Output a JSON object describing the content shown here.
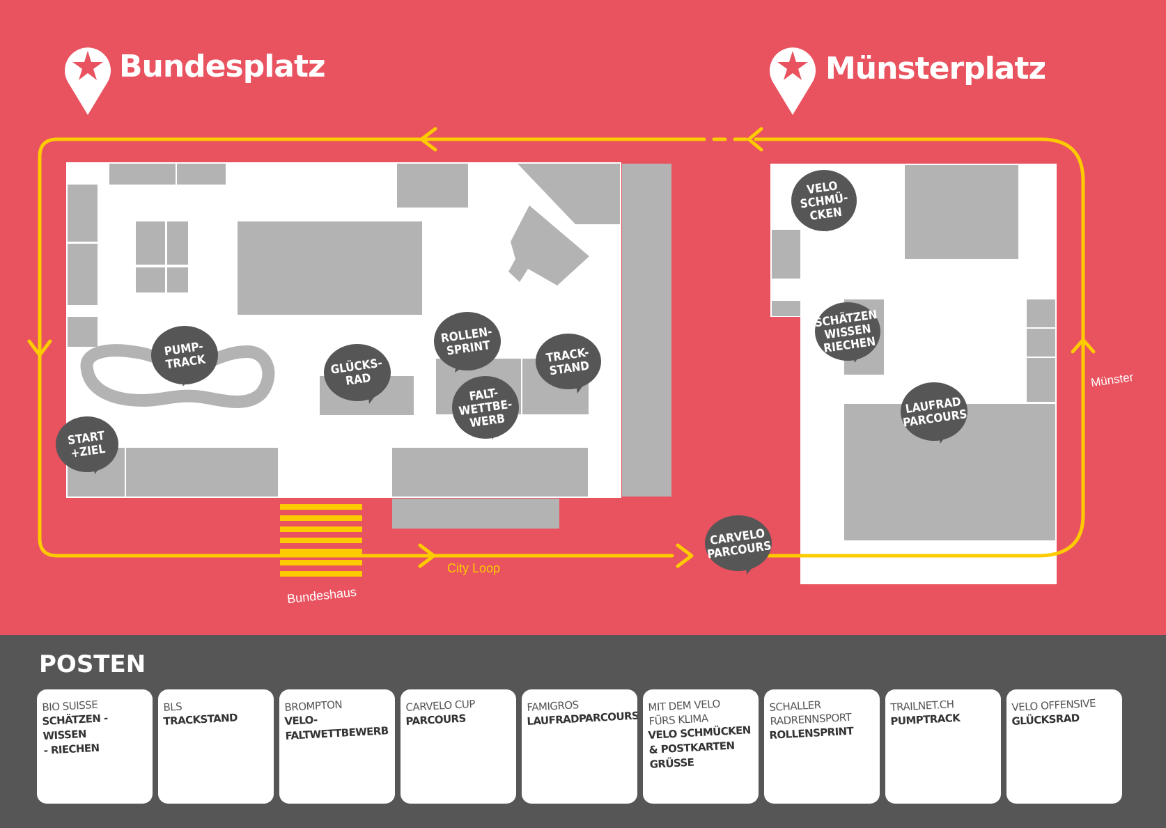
{
  "places": {
    "bundesplatz": "Bundesplatz",
    "muensterplatz": "Münsterplatz"
  },
  "route": {
    "city_loop": "City Loop",
    "bundeshaus": "Bundeshaus",
    "muenster": "Münster"
  },
  "stations": {
    "pumptrack": [
      "PUMP-",
      "TRACK"
    ],
    "start_ziel": [
      "START",
      "+ZIEL"
    ],
    "gluecksrad": [
      "GLÜCKS-",
      "RAD"
    ],
    "rollensprint": [
      "ROLLEN-",
      "SPRINT"
    ],
    "trackstand": [
      "TRACK-",
      "STAND"
    ],
    "faltwettbewerb": [
      "FALT-",
      "WETTBE-",
      "WERB"
    ],
    "carvelo": [
      "CARVELO",
      "PARCOURS"
    ],
    "velo_schmuecken": [
      "VELO",
      "SCHMÜ-",
      "CKEN"
    ],
    "schaetzen": [
      "SCHÄTZEN",
      "WISSEN",
      "RIECHEN"
    ],
    "laufrad": [
      "LAUFRAD",
      "PARCOURS"
    ]
  },
  "legend": {
    "title": "POSTEN",
    "cards": [
      {
        "sponsor": "BIO SUISSE",
        "station": "SCHÄTZEN - WISSEN\n- RIECHEN"
      },
      {
        "sponsor": "BLS",
        "station": "TRACKSTAND"
      },
      {
        "sponsor": "BROMPTON",
        "station": "VELO-\nFALTWETTBEWERB"
      },
      {
        "sponsor": "CARVELO CUP",
        "station": "PARCOURS"
      },
      {
        "sponsor": "FAMIGROS",
        "station": "LAUFRADPARCOURS"
      },
      {
        "sponsor": "MIT DEM VELO\nFÜRS KLIMA",
        "station": "VELO SCHMÜCKEN\n& POSTKARTEN\nGRÜSSE"
      },
      {
        "sponsor": "SCHALLER\nRADRENNSPORT",
        "station": "ROLLENSPRINT"
      },
      {
        "sponsor": "TRAILNET.CH",
        "station": "PUMPTRACK"
      },
      {
        "sponsor": "VELO OFFENSIVE",
        "station": "GLÜCKSRAD"
      }
    ]
  },
  "colors": {
    "background": "#e9525f",
    "route": "#fecb00",
    "building": "#b3b3b3",
    "bubble": "#575656",
    "legend_bar": "#575656"
  }
}
